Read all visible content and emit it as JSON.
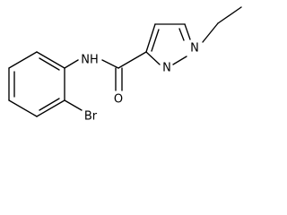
{
  "molecule": {
    "atoms": {
      "nh": "NH",
      "carbonyl_o": "O",
      "pyrazole_n2": "N",
      "pyrazole_n1": "N",
      "bromine": "Br"
    }
  }
}
